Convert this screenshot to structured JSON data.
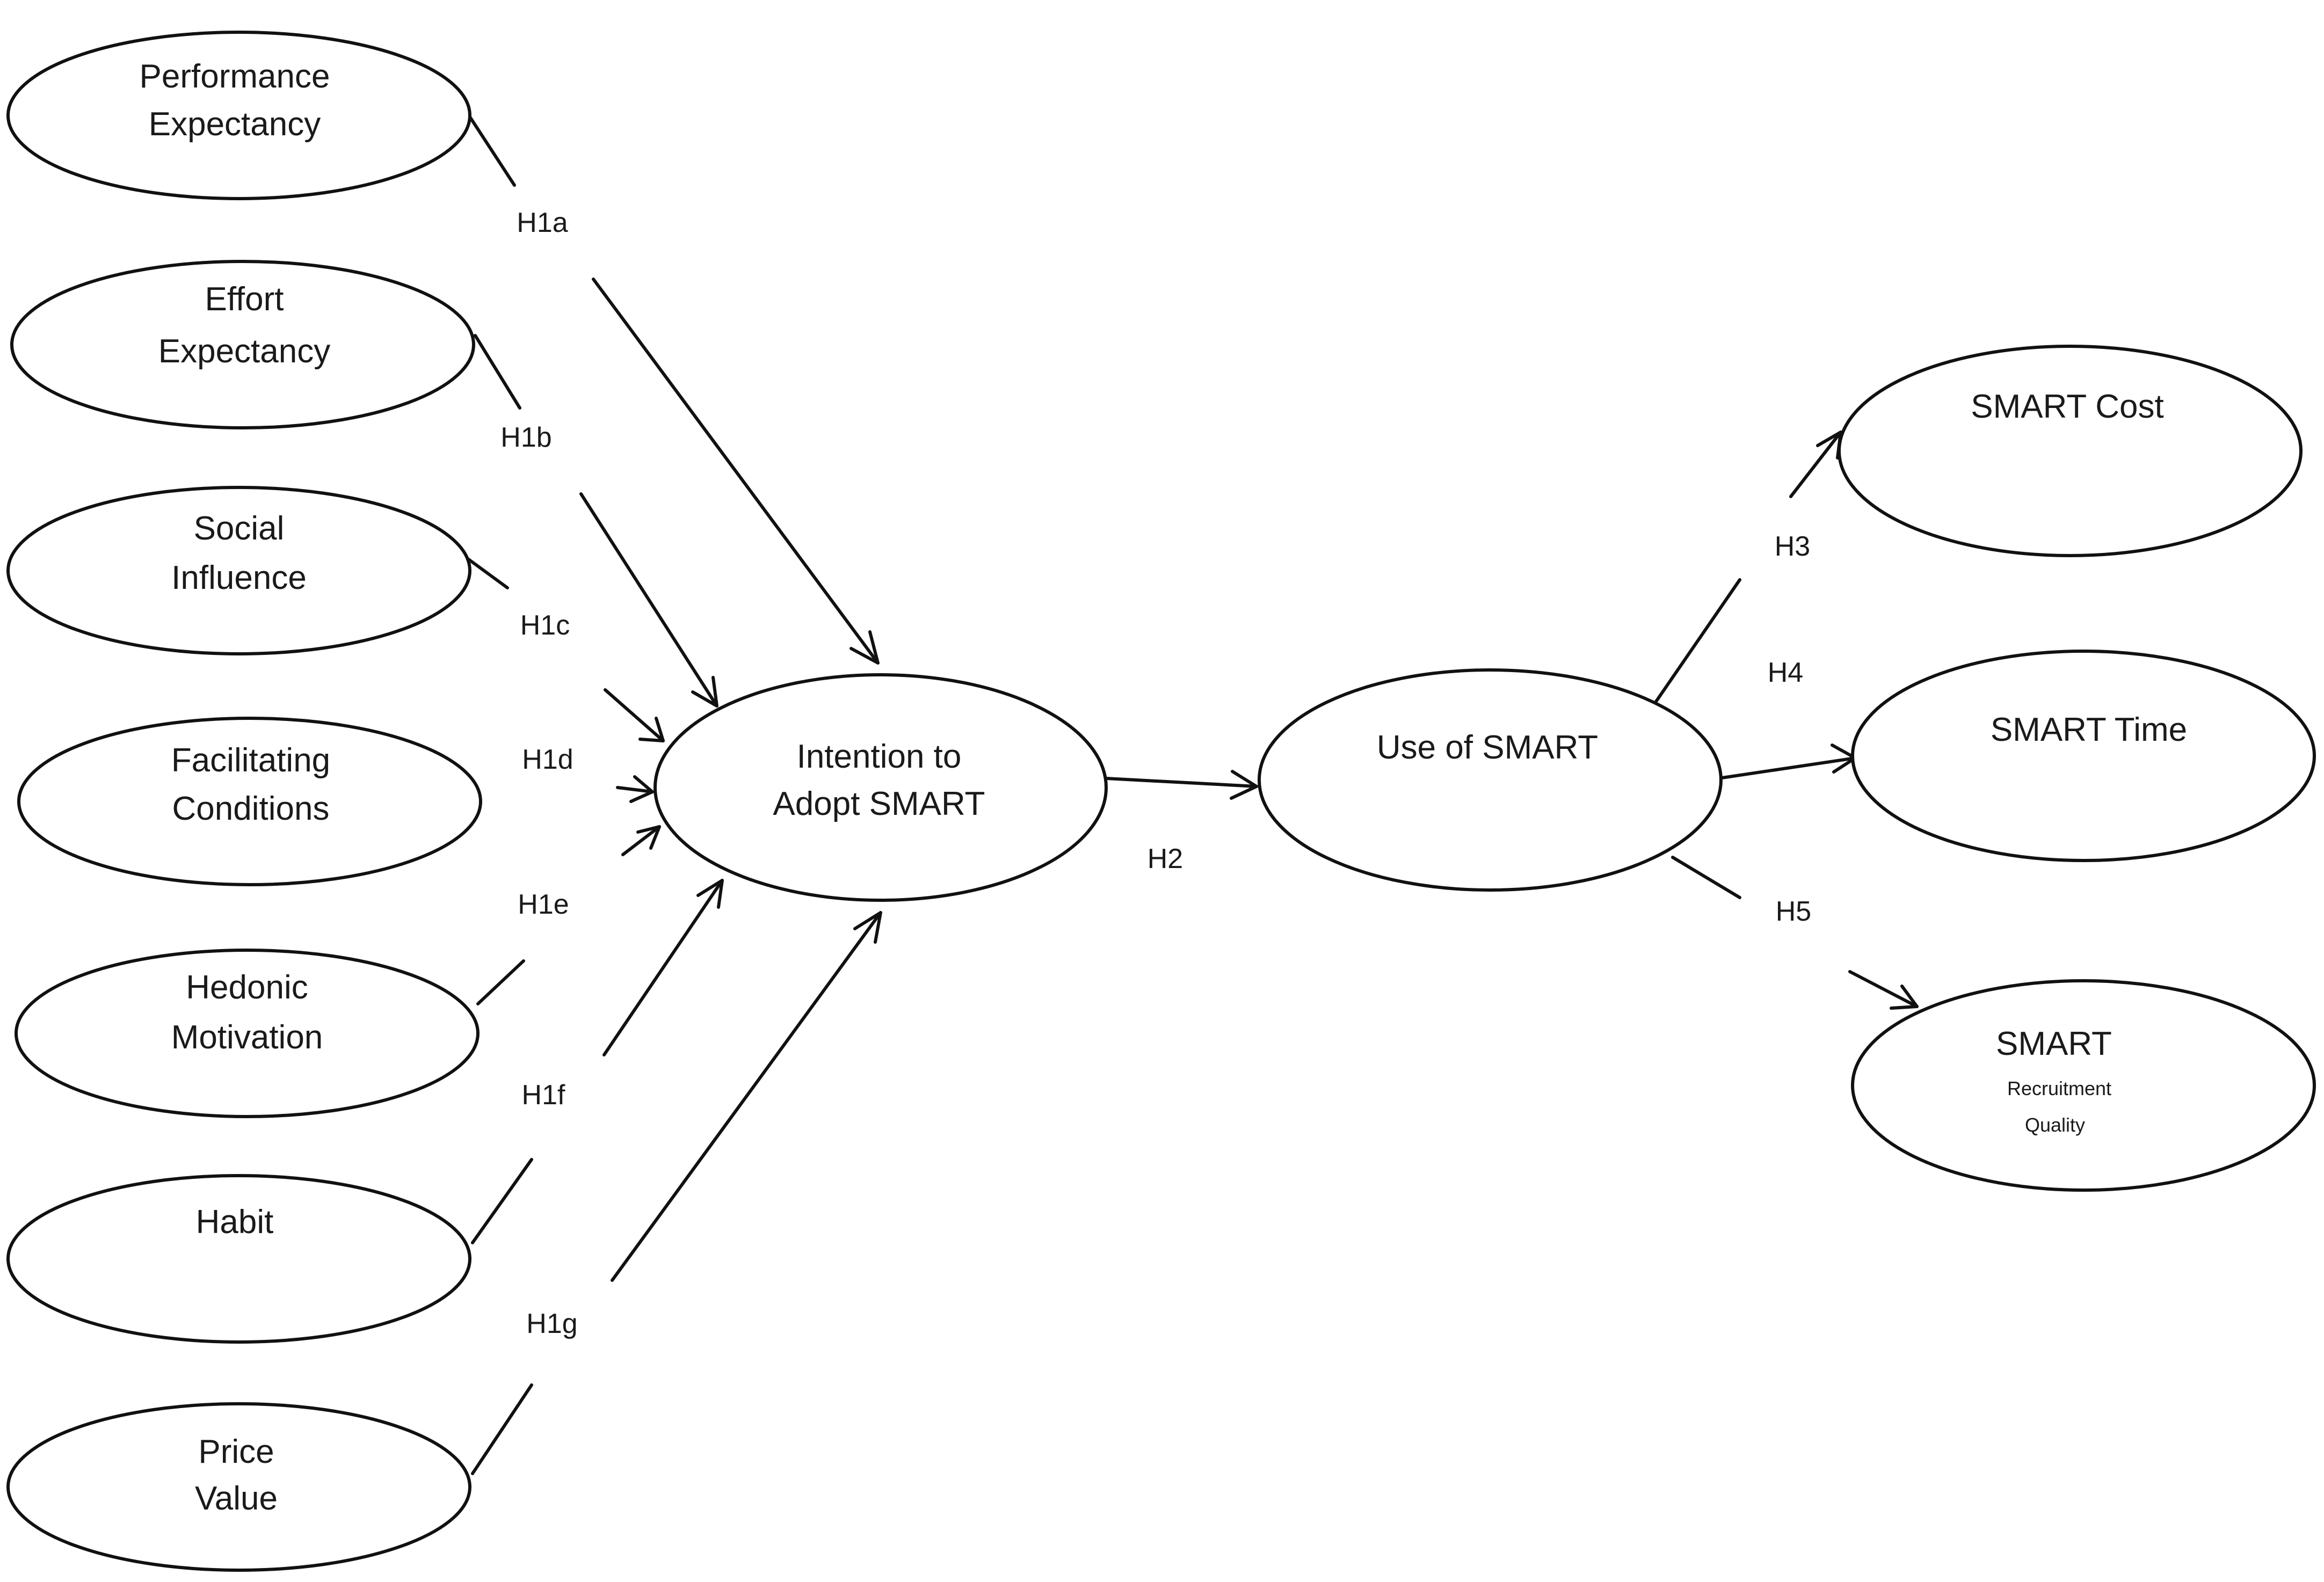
{
  "nodes": {
    "performance_expectancy": {
      "line1": "Performance",
      "line2": "Expectancy"
    },
    "effort_expectancy": {
      "line1": "Effort",
      "line2": "Expectancy"
    },
    "social_influence": {
      "line1": "Social",
      "line2": "Influence"
    },
    "facilitating_conditions": {
      "line1": "Facilitating",
      "line2": "Conditions"
    },
    "hedonic_motivation": {
      "line1": "Hedonic",
      "line2": "Motivation"
    },
    "habit": {
      "line1": "Habit"
    },
    "price_value": {
      "line1": "Price",
      "line2": "Value"
    },
    "intention": {
      "line1": "Intention to",
      "line2": "Adopt SMART"
    },
    "use": {
      "line1": "Use of SMART"
    },
    "smart_cost": {
      "line1": "SMART Cost"
    },
    "smart_time": {
      "line1": "SMART Time"
    },
    "smart_quality": {
      "line1": "SMART",
      "line2": "Recruitment",
      "line3": "Quality"
    }
  },
  "hypotheses": {
    "h1a": "H1a",
    "h1b": "H1b",
    "h1c": "H1c",
    "h1d": "H1d",
    "h1e": "H1e",
    "h1f": "H1f",
    "h1g": "H1g",
    "h2": "H2",
    "h3": "H3",
    "h4": "H4",
    "h5": "H5"
  }
}
